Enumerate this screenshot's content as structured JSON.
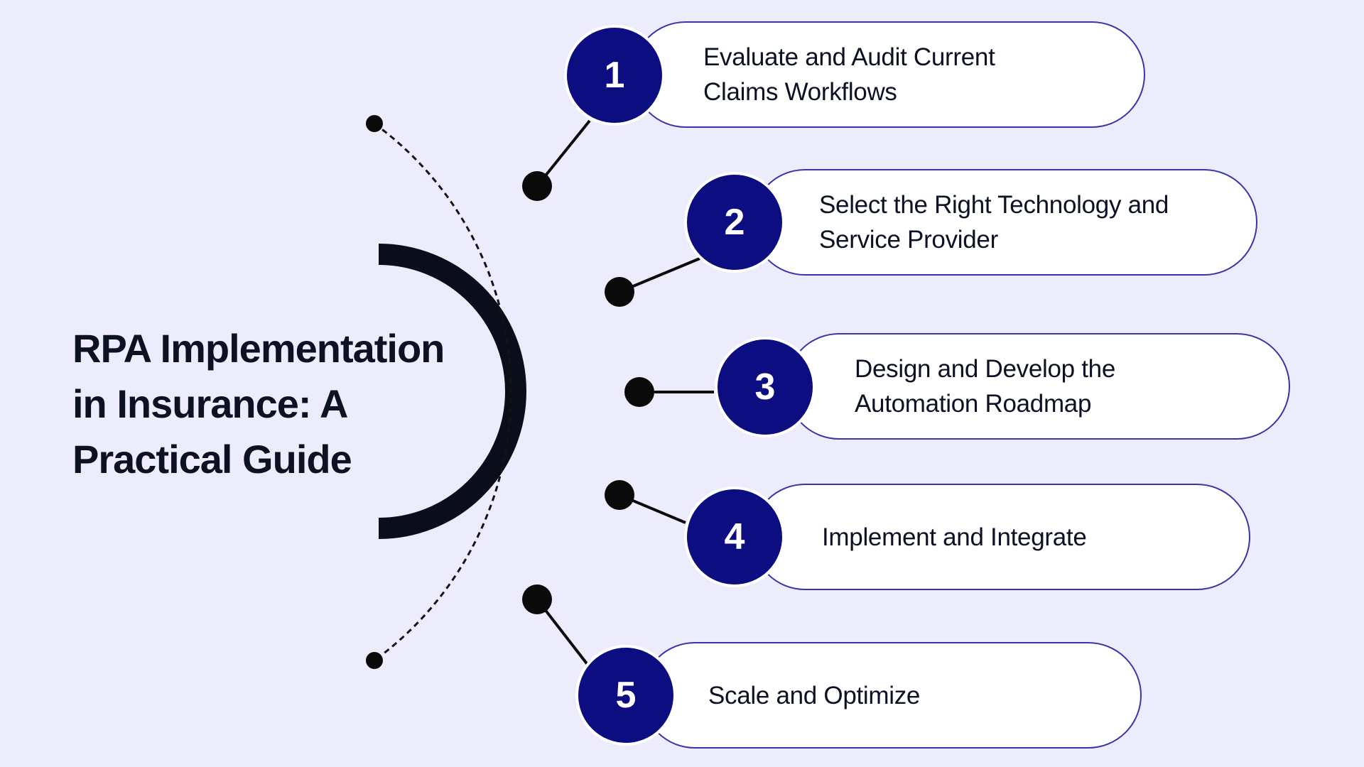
{
  "title_lines": [
    "RPA Implementation",
    "in Insurance: A",
    "Practical Guide"
  ],
  "steps": [
    {
      "number": "1",
      "text": "Evaluate and Audit Current\nClaims Workflows"
    },
    {
      "number": "2",
      "text": "Select the Right Technology and\nService Provider"
    },
    {
      "number": "3",
      "text": "Design and Develop the\nAutomation Roadmap"
    },
    {
      "number": "4",
      "text": "Implement and Integrate"
    },
    {
      "number": "5",
      "text": "Scale and Optimize"
    }
  ],
  "colors": {
    "background": "#ececfc",
    "circle_fill": "#0b0d80",
    "pill_border": "#3a34a8",
    "arc_dark": "#0a0e1a",
    "text": "#0c1224"
  }
}
